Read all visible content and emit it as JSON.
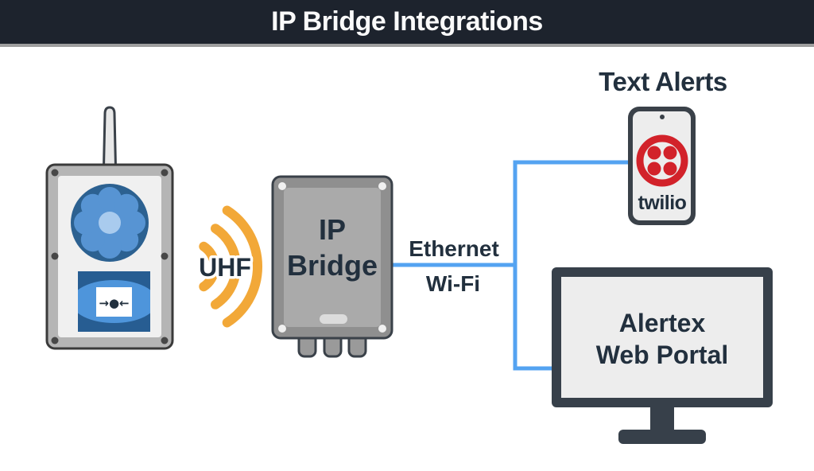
{
  "header": {
    "title": "IP Bridge Integrations"
  },
  "diagram": {
    "alarm_device": {
      "call_point_symbol": "→●←"
    },
    "uhf_link": {
      "label": "UHF"
    },
    "ip_bridge": {
      "label_lines": [
        "IP",
        "Bridge"
      ]
    },
    "network_link": {
      "labels": [
        "Ethernet",
        "Wi-Fi"
      ]
    },
    "text_alerts": {
      "title": "Text Alerts",
      "brand": "twilio"
    },
    "web_portal": {
      "label_lines": [
        "Alertex",
        "Web Portal"
      ]
    }
  },
  "colors": {
    "header_bg": "#1D232D",
    "header_text": "#FAFAFA",
    "dark_text": "#22303E",
    "connector_blue": "#54A3F1",
    "uhf_orange": "#F2A838",
    "twilio_red": "#D2222A",
    "alarm_blue_dark": "#2C6191",
    "alarm_blue_mid": "#5794D3",
    "alarm_blue_light": "#A9CBEE",
    "enclosure_grey": "#8F8F8F",
    "monitor_frame": "#37404A"
  }
}
